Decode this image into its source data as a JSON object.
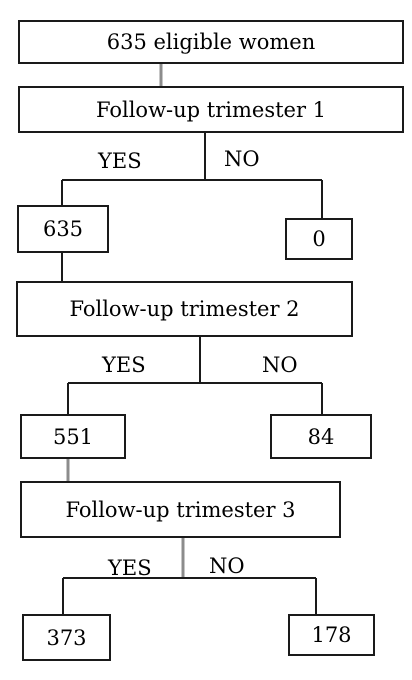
{
  "nodes": {
    "eligible": "635 eligible women",
    "trimester1": "Follow-up trimester 1",
    "t1_yes_count": "635",
    "t1_no_count": "0",
    "trimester2": "Follow-up trimester 2",
    "t2_yes_count": "551",
    "t2_no_count": "84",
    "trimester3": "Follow-up trimester 3",
    "t3_yes_count": "373",
    "t3_no_count": "178"
  },
  "branch_labels": {
    "yes": "YES",
    "no": "NO"
  }
}
